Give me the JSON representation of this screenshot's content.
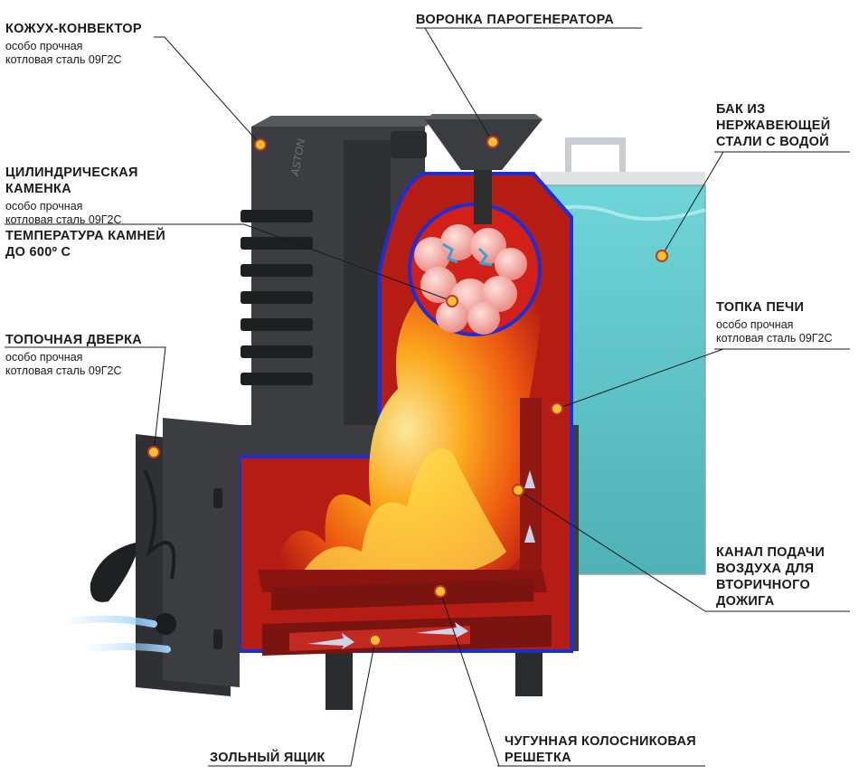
{
  "callouts": {
    "convector": {
      "title": "КОЖУХ-КОНВЕКТОР",
      "sub": [
        "особо прочная",
        "котловая сталь 09Г2С"
      ]
    },
    "steam_funnel": {
      "title": "ВОРОНКА ПАРОГЕНЕРАТОРА"
    },
    "tank": {
      "title": [
        "БАК ИЗ",
        "НЕРЖАВЕЮЩЕЙ",
        "СТАЛИ С ВОДОЙ"
      ]
    },
    "heater": {
      "title": [
        "ЦИЛИНДРИЧЕСКАЯ",
        "КАМЕНКА"
      ],
      "sub": [
        "особо прочная",
        "котловая сталь 09Г2С"
      ]
    },
    "stone_temp": {
      "title": [
        "ТЕМПЕРАТУРА КАМНЕЙ",
        "ДО 600º С"
      ]
    },
    "firebox": {
      "title": "ТОПКА ПЕЧИ",
      "sub": [
        "особо прочная",
        "котловая сталь 09Г2С"
      ]
    },
    "fire_door": {
      "title": "ТОПОЧНАЯ ДВЕРКА",
      "sub": [
        "особо прочная",
        "котловая сталь 09Г2С"
      ]
    },
    "air_channel": {
      "title": [
        "КАНАЛ ПОДАЧИ",
        "ВОЗДУХА ДЛЯ",
        "ВТОРИЧНОГО",
        "ДОЖИГА"
      ]
    },
    "ash_box": {
      "title": "ЗОЛЬНЫЙ ЯЩИК"
    },
    "grate": {
      "title": [
        "ЧУГУННАЯ КОЛОСНИКОВАЯ",
        "РЕШЕТКА"
      ]
    }
  },
  "logo": "ASTON",
  "colors": {
    "steel": "#3b3d40",
    "steel_dark": "#2a2c2e",
    "fire_red": "#b51c14",
    "outline": "#1a2fd6",
    "water": "#4fc3c8",
    "marker": "#f2c12e"
  }
}
